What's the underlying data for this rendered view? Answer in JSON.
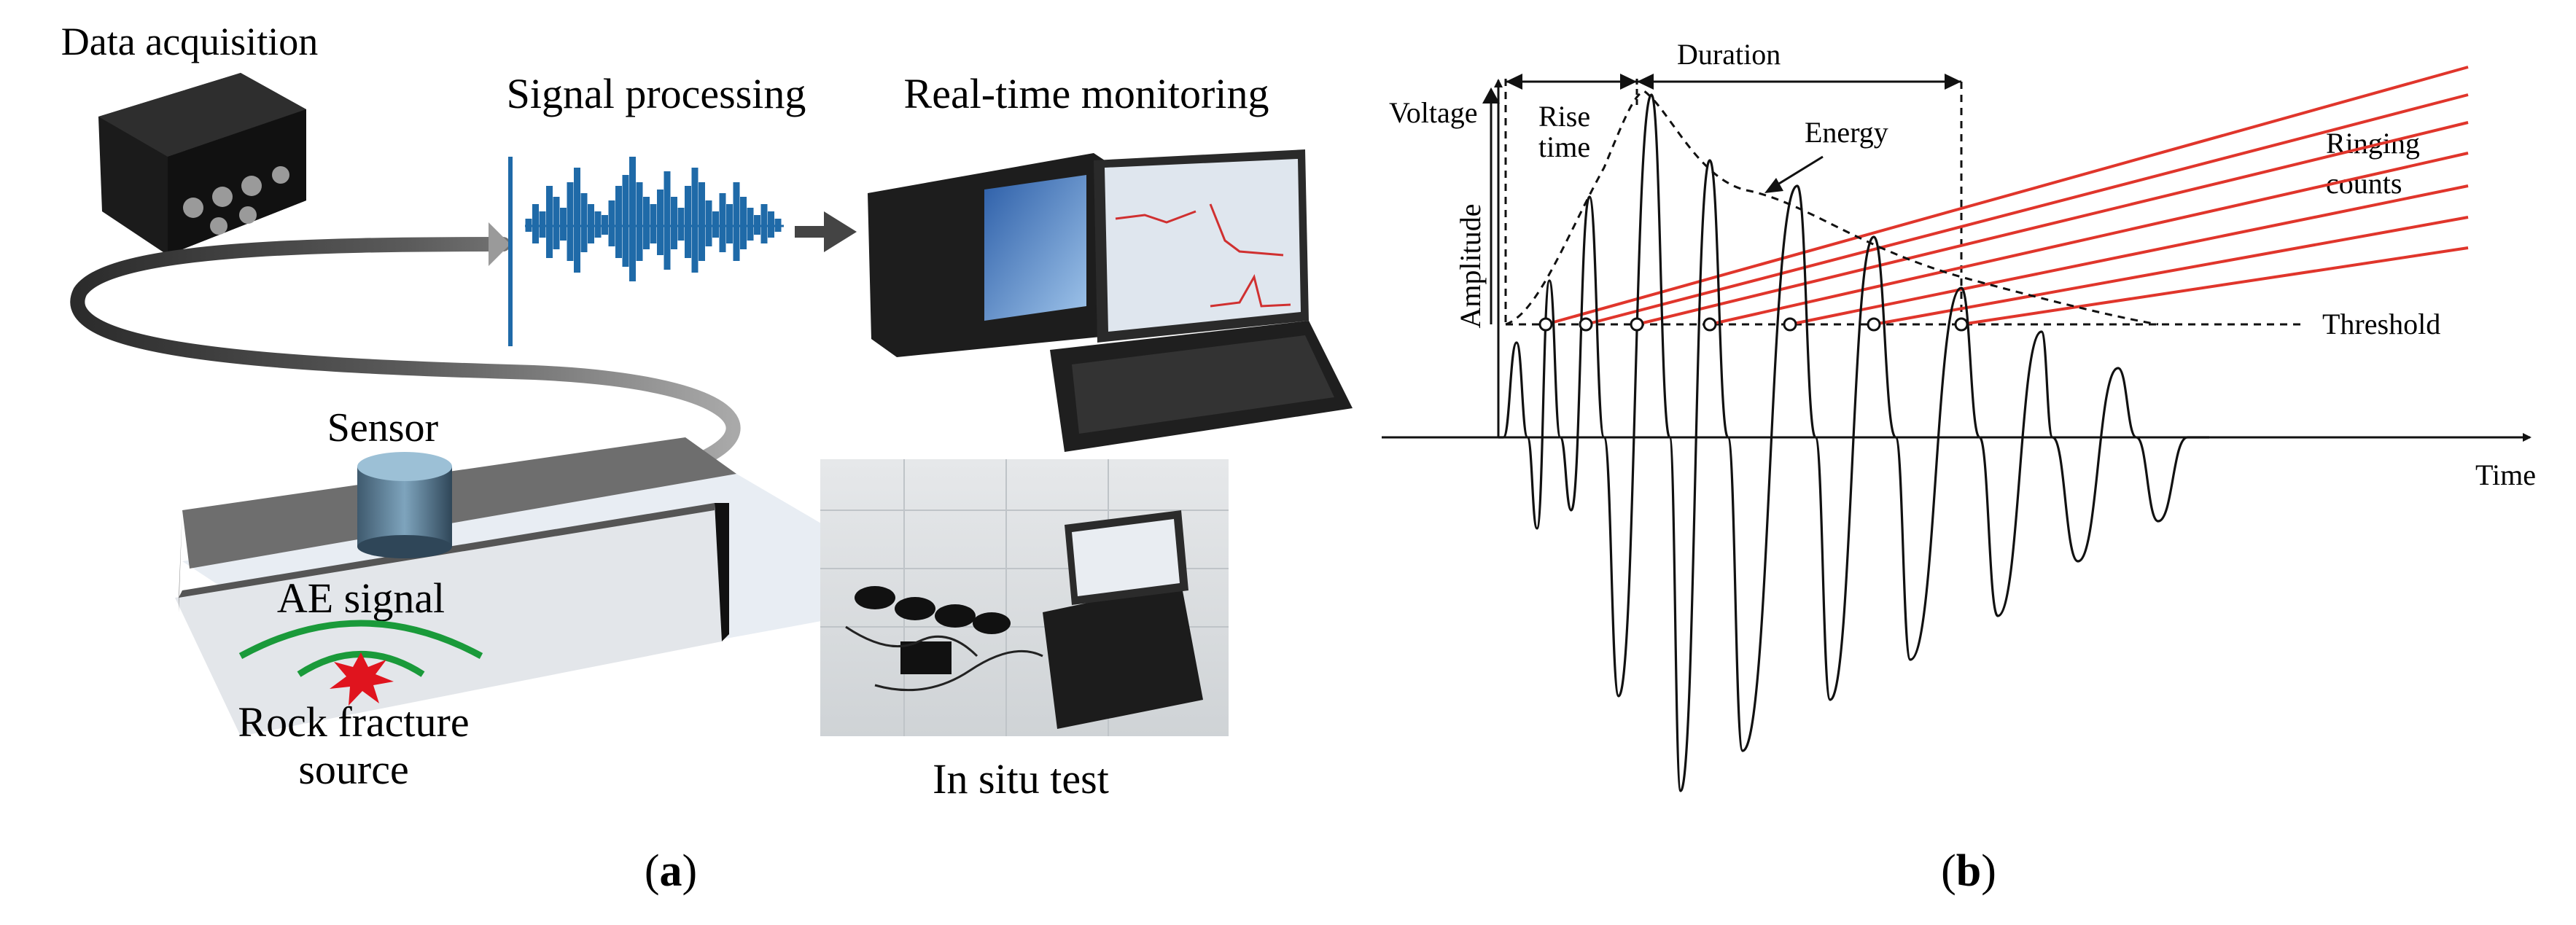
{
  "panel_a": {
    "caption": "a",
    "labels": {
      "data_acquisition": "Data acquisition",
      "signal_processing": "Signal processing",
      "real_time_monitoring": "Real-time monitoring",
      "sensor": "Sensor",
      "ae_signal": "AE signal",
      "rock_fracture": "Rock fracture",
      "source": "source",
      "in_situ_test": "In situ test"
    }
  },
  "panel_b": {
    "caption": "b",
    "labels": {
      "duration": "Duration",
      "voltage": "Voltage",
      "rise": "Rise",
      "time_word": "time",
      "energy": "Energy",
      "ringing": "Ringing",
      "counts": "counts",
      "amplitude": "Amplitude",
      "threshold": "Threshold",
      "time_axis": "Time"
    }
  },
  "colors": {
    "ringing_lines": "#e0352b",
    "signal_bars": "#1f6aa8",
    "ae_arcs": "#1a9a3a",
    "fracture_star": "#e0141e",
    "outline": "#111111"
  }
}
